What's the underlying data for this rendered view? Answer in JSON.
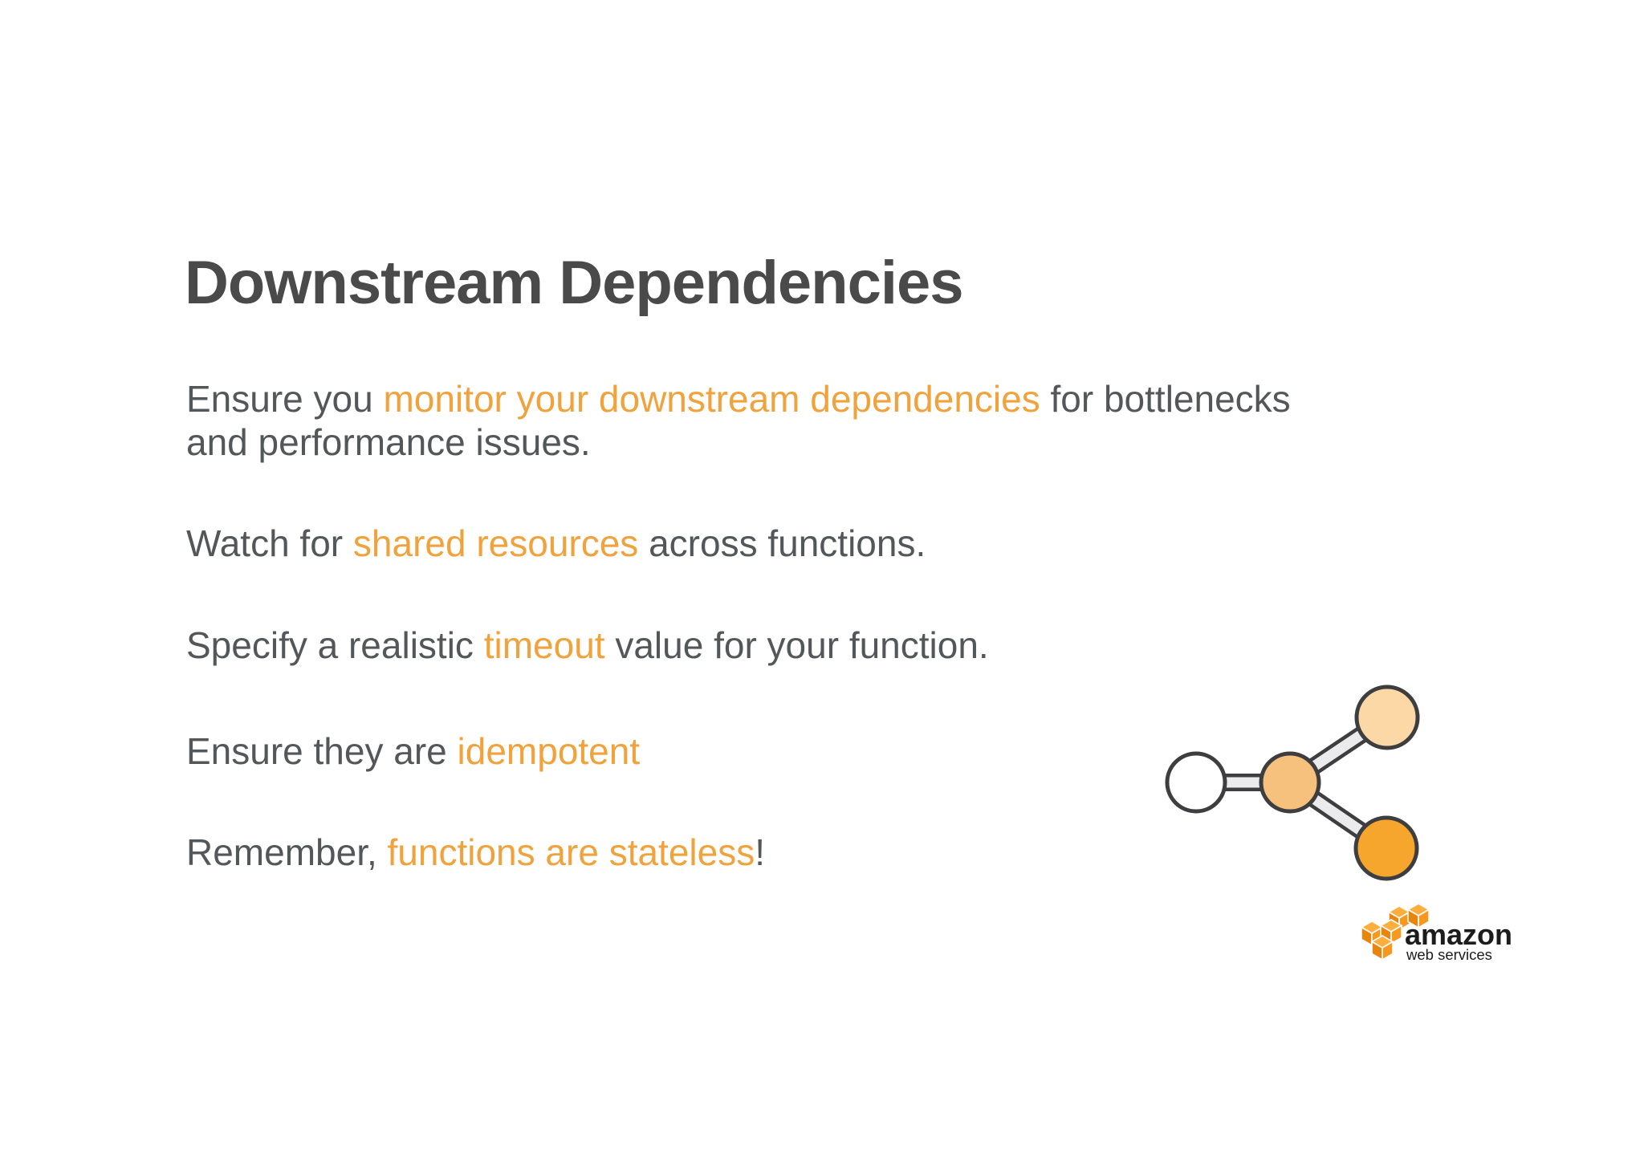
{
  "slide": {
    "title": "Downstream Dependencies",
    "bullets": [
      {
        "pre": "Ensure you ",
        "highlight": "monitor your downstream dependencies",
        "post": " for bottlenecks",
        "line2": "and performance issues."
      },
      {
        "pre": "Watch for ",
        "highlight": "shared resources",
        "post": " across functions."
      },
      {
        "pre": "Specify a realistic ",
        "highlight": "timeout",
        "post": " value for your function."
      },
      {
        "pre": "Ensure they are ",
        "highlight": "idempotent",
        "post": ""
      },
      {
        "pre": "Remember, ",
        "highlight": "functions are stateless",
        "post": "!"
      }
    ],
    "colors": {
      "title_gray": "#4a4a4a",
      "body_gray": "#545759",
      "accent_orange": "#f0a23c",
      "node_outline": "#3e3e40",
      "node_white": "#ffffff",
      "node_medium_orange": "#f6c17c",
      "node_light_orange": "#fbd8a6",
      "node_dark_orange": "#f6a62c",
      "connector_gray": "#ebebee",
      "aws_box_orange": "#f7981f",
      "aws_text_black": "#1c1c1c"
    },
    "logo": {
      "line1": "amazon",
      "line2": "web services"
    }
  }
}
